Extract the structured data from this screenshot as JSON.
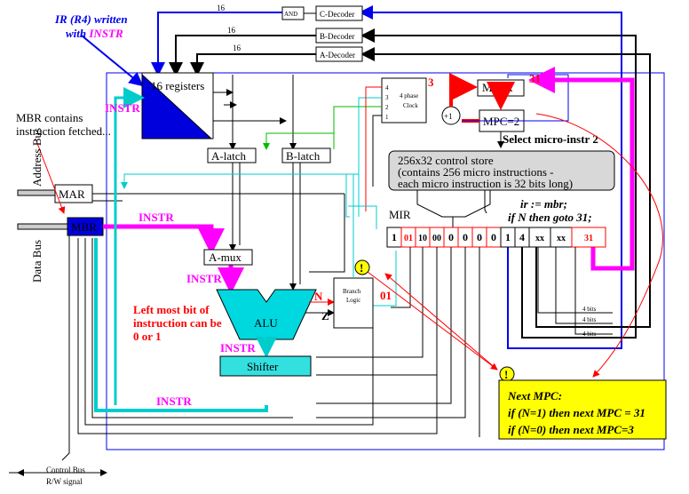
{
  "colors": {
    "blue": "#0000ee",
    "cyan": "#00cccc",
    "magenta": "#ff00ff",
    "red": "#ff0000",
    "green": "#00bb00",
    "register_fill": "#0000dd",
    "alu_fill": "#00d8e0",
    "shifter_fill": "#33e0e0",
    "note_fill": "#ffff00",
    "store_fill": "#d8d8d8"
  },
  "annotations": {
    "ir_written_line1": "IR (R4) written",
    "ir_written_line2": "with ",
    "ir_written_instr": "INSTR",
    "mbr_contains_line1": "MBR contains",
    "mbr_contains_line2": "instruction fetched...",
    "left_most_line1": "Left most bit of",
    "left_most_line2": "instruction can be",
    "left_most_line3": "0 or 1",
    "ir_mbr_line1": "ir := mbr;",
    "ir_mbr_line2": "if N then goto 31;",
    "select_micro": "Select micro-instr 2",
    "mmux_3": "3",
    "mmux_31": "31",
    "branch_01": "01",
    "alu_n": "N",
    "alu_z": "Z"
  },
  "instr_labels": [
    "INSTR",
    "INSTR",
    "INSTR",
    "INSTR",
    "INSTR"
  ],
  "components": {
    "registers": "16 registers",
    "a_latch": "A-latch",
    "b_latch": "B-latch",
    "a_mux": "A-mux",
    "alu": "ALU",
    "shifter": "Shifter",
    "mar": "MAR",
    "mbr": "MBR",
    "mmux": "Mmux",
    "mpc": "MPC=2",
    "plus_one": "+1",
    "clock_line1": "4 phase",
    "clock_line2": "Clock",
    "clock_phases": [
      "4",
      "3",
      "2",
      "1"
    ],
    "branch_line1": "Branch",
    "branch_line2": "Logic",
    "and_gate": "AND",
    "c_decoder": "C-Decoder",
    "b_decoder": "B-Decoder",
    "a_decoder": "A-Decoder",
    "decoder_width": "16",
    "mir": "MIR"
  },
  "control_store": {
    "line1": "256x32 control store",
    "line2": "(contains 256 micro instructions -",
    "line3": "each micro instruction is 32 bits long)"
  },
  "mir_fields": [
    "1",
    "01",
    "10",
    "00",
    "0",
    "0",
    "0",
    "0",
    "1",
    "4",
    "xx",
    "xx",
    "31"
  ],
  "bit_labels": [
    "4 bits",
    "4 bits",
    "4 bits"
  ],
  "buses": {
    "address_bus": "Address Bus",
    "data_bus": "Data Bus",
    "control_line1": "Control Bus",
    "control_line2": "R/W signal"
  },
  "exclaim": "!",
  "next_mpc": {
    "title": "Next MPC:",
    "line1": "if (N=1) then next MPC = 31",
    "line2": "if (N=0) then next MPC=3"
  }
}
